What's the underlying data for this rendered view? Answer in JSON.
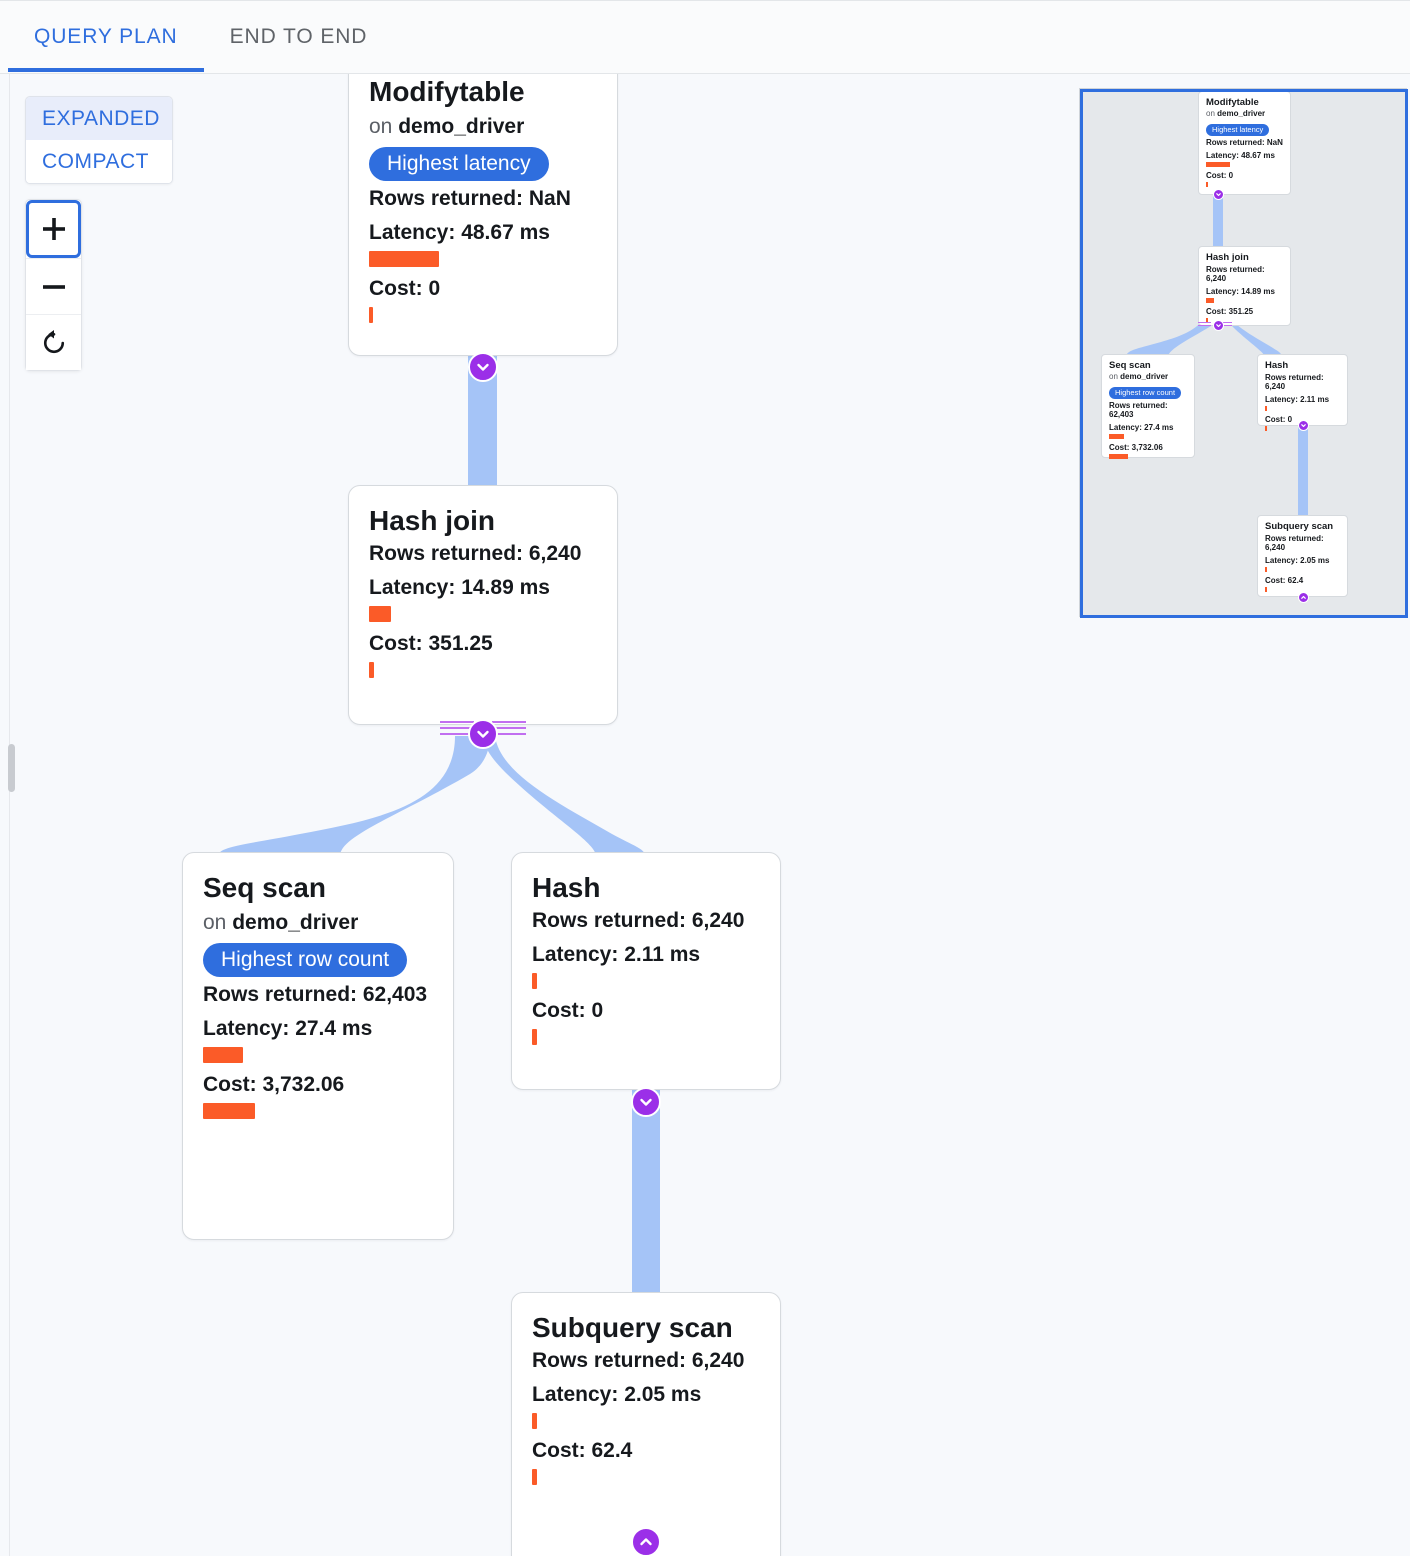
{
  "tabs": [
    {
      "label": "QUERY PLAN",
      "active": true
    },
    {
      "label": "END TO END",
      "active": false
    }
  ],
  "mode_toggle": {
    "options": [
      {
        "label": "EXPANDED",
        "selected": true
      },
      {
        "label": "COMPACT",
        "selected": false
      }
    ]
  },
  "zoom_controls": {
    "zoom_in": "+",
    "zoom_out": "−",
    "reset": "reset-icon"
  },
  "colors": {
    "accent_blue": "#2f6ede",
    "edge_blue": "#a5c4f7",
    "bar_orange": "#fb5b28",
    "connector_purple": "#9b2fe8",
    "canvas_bg": "#f7f9fc",
    "minimap_bg": "#e5e8eb"
  },
  "labels": {
    "on_prefix": "on",
    "rows_prefix": "Rows returned:",
    "latency_prefix": "Latency:",
    "cost_prefix": "Cost:"
  },
  "plan_nodes": [
    {
      "id": "modifytable",
      "title": "Modifytable",
      "relation": "demo_driver",
      "subtitle": "on demo_driver",
      "badge": "Highest latency",
      "rows": "Rows returned: NaN",
      "latency": "Latency: 48.67 ms",
      "cost": "Cost: 0",
      "latency_bar_pct": 100,
      "cost_bar_pct": 1
    },
    {
      "id": "hashjoin",
      "title": "Hash join",
      "relation": "",
      "subtitle": "",
      "badge": "",
      "rows": "Rows returned: 6,240",
      "latency": "Latency: 14.89 ms",
      "cost": "Cost: 351.25",
      "latency_bar_pct": 31,
      "cost_bar_pct": 9
    },
    {
      "id": "seqscan",
      "title": "Seq scan",
      "relation": "demo_driver",
      "subtitle": "on demo_driver",
      "badge": "Highest row count",
      "rows": "Rows returned: 62,403",
      "latency": "Latency: 27.4 ms",
      "cost": "Cost: 3,732.06",
      "latency_bar_pct": 56,
      "cost_bar_pct": 100
    },
    {
      "id": "hash",
      "title": "Hash",
      "relation": "",
      "subtitle": "",
      "badge": "",
      "rows": "Rows returned: 6,240",
      "latency": "Latency: 2.11 ms",
      "cost": "Cost: 0",
      "latency_bar_pct": 4,
      "cost_bar_pct": 4
    },
    {
      "id": "subqueryscan",
      "title": "Subquery scan",
      "relation": "",
      "subtitle": "",
      "badge": "",
      "rows": "Rows returned: 6,240",
      "latency": "Latency: 2.05 ms",
      "cost": "Cost: 62.4",
      "latency_bar_pct": 4,
      "cost_bar_pct": 4
    }
  ],
  "edges": [
    {
      "from": "modifytable",
      "to": "hashjoin"
    },
    {
      "from": "hashjoin",
      "to": "seqscan"
    },
    {
      "from": "hashjoin",
      "to": "hash"
    },
    {
      "from": "hash",
      "to": "subqueryscan"
    }
  ],
  "connectors": [
    {
      "node": "modifytable",
      "direction": "down"
    },
    {
      "node": "hashjoin",
      "direction": "down",
      "multi": true
    },
    {
      "node": "hash",
      "direction": "down"
    },
    {
      "node": "subqueryscan",
      "direction": "up"
    }
  ],
  "minimap": {
    "name": "minimap",
    "viewport_visible": true
  }
}
